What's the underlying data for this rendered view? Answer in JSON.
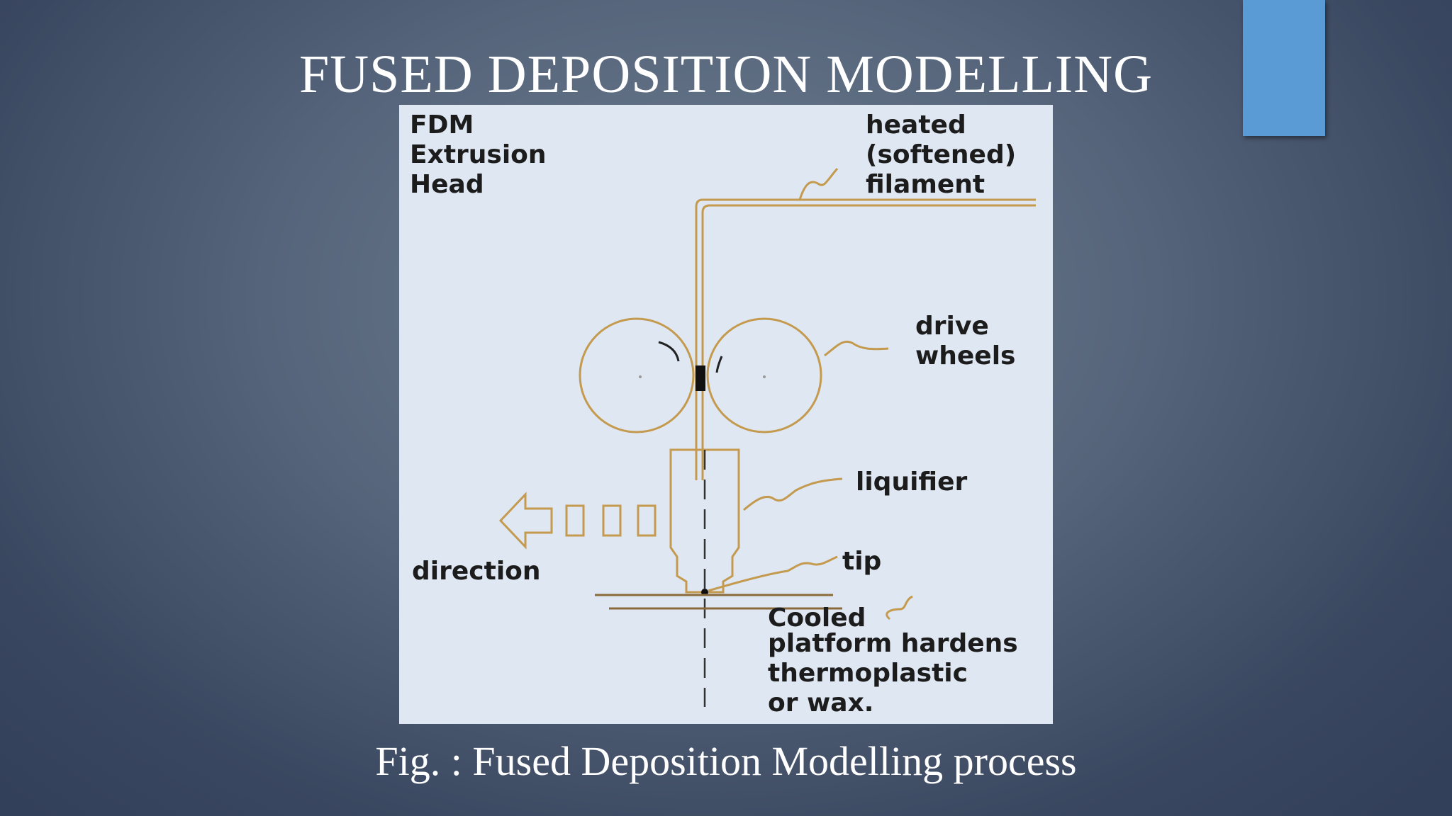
{
  "slide": {
    "title": "FUSED DEPOSITION MODELLING",
    "caption": "Fig. : Fused Deposition Modelling process"
  },
  "diagram": {
    "labels": {
      "head": [
        "FDM",
        "Extrusion",
        "Head"
      ],
      "filament": [
        "heated",
        "(softened)",
        "filament"
      ],
      "wheels": [
        "drive",
        "wheels"
      ],
      "liquifier": [
        "liquifier"
      ],
      "direction": [
        "direction"
      ],
      "tip": [
        "tip"
      ],
      "platform": [
        "Cooled",
        "platform hardens",
        "thermoplastic",
        "or wax."
      ]
    }
  },
  "colors": {
    "accent": "#5b9bd5",
    "figure_bg": "#dfe7f3",
    "line": "#c49a4e",
    "text": "#1c1c1c"
  }
}
